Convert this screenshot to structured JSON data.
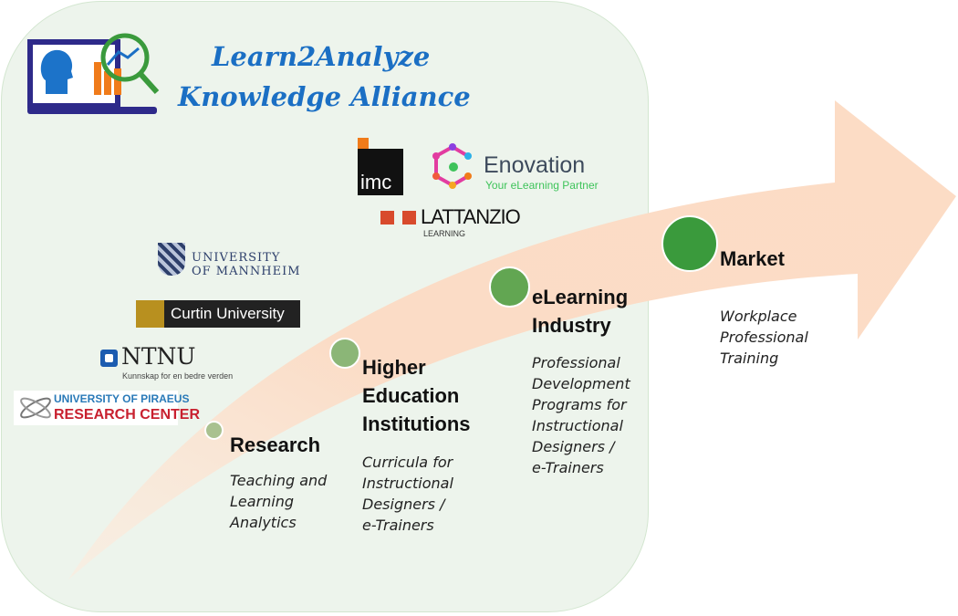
{
  "title": {
    "line1": "Learn2Analyze",
    "line2": "Knowledge Alliance"
  },
  "partners": {
    "imc": "imc",
    "enovation": {
      "name": "Enovation",
      "tagline": "Your eLearning Partner"
    },
    "lattanzio": {
      "name": "LATTANZIO",
      "sub": "LEARNING"
    },
    "mannheim": {
      "line1": "UNIVERSITY",
      "line2": "OF MANNHEIM"
    },
    "curtin": "Curtin University",
    "ntnu": {
      "name": "NTNU",
      "tagline": "Kunnskap for en bedre verden"
    },
    "piraeus": {
      "line1": "UNIVERSITY OF PIRAEUS",
      "line2": "RESEARCH CENTER"
    }
  },
  "stages": [
    {
      "title": "Research",
      "desc": [
        "Teaching and",
        "Learning",
        "Analytics"
      ],
      "color": "#a9c190"
    },
    {
      "title": [
        "Higher",
        "Education",
        "Institutions"
      ],
      "desc": [
        "Curricula for",
        "Instructional",
        "Designers /",
        "e-Trainers"
      ],
      "color": "#8bb677"
    },
    {
      "title": [
        "eLearning",
        "Industry"
      ],
      "desc": [
        "Professional",
        "Development",
        "Programs for",
        "Instructional",
        "Designers /",
        "e-Trainers"
      ],
      "color": "#62a652"
    },
    {
      "title": "Market",
      "desc": [
        "Workplace",
        "Professional",
        "Training"
      ],
      "color": "#3a9a3c"
    }
  ]
}
